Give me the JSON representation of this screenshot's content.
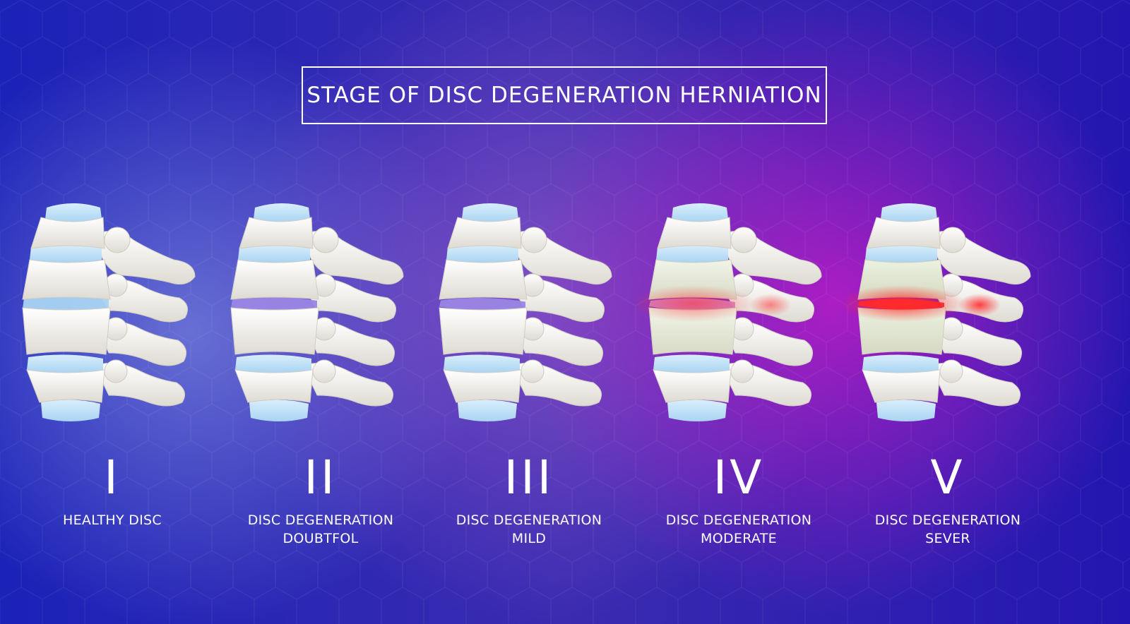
{
  "title": "STAGE OF DISC DEGENERATION HERNIATION",
  "colors": {
    "bone": "#f1efe9",
    "disc": "#a9d4f2",
    "degenerate_purple": "#9b86e4",
    "inflamed_red": "#ff2a2a"
  },
  "stages": [
    {
      "numeral": "I",
      "line1": "HEALTHY DISC",
      "line2": "",
      "severity": 0
    },
    {
      "numeral": "II",
      "line1": "DISC DEGENERATION",
      "line2": "DOUBTFOL",
      "severity": 1
    },
    {
      "numeral": "III",
      "line1": "DISC DEGENERATION",
      "line2": "MILD",
      "severity": 2
    },
    {
      "numeral": "IV",
      "line1": "DISC DEGENERATION",
      "line2": "MODERATE",
      "severity": 3
    },
    {
      "numeral": "V",
      "line1": "DISC DEGENERATION",
      "line2": "SEVER",
      "severity": 4
    }
  ]
}
